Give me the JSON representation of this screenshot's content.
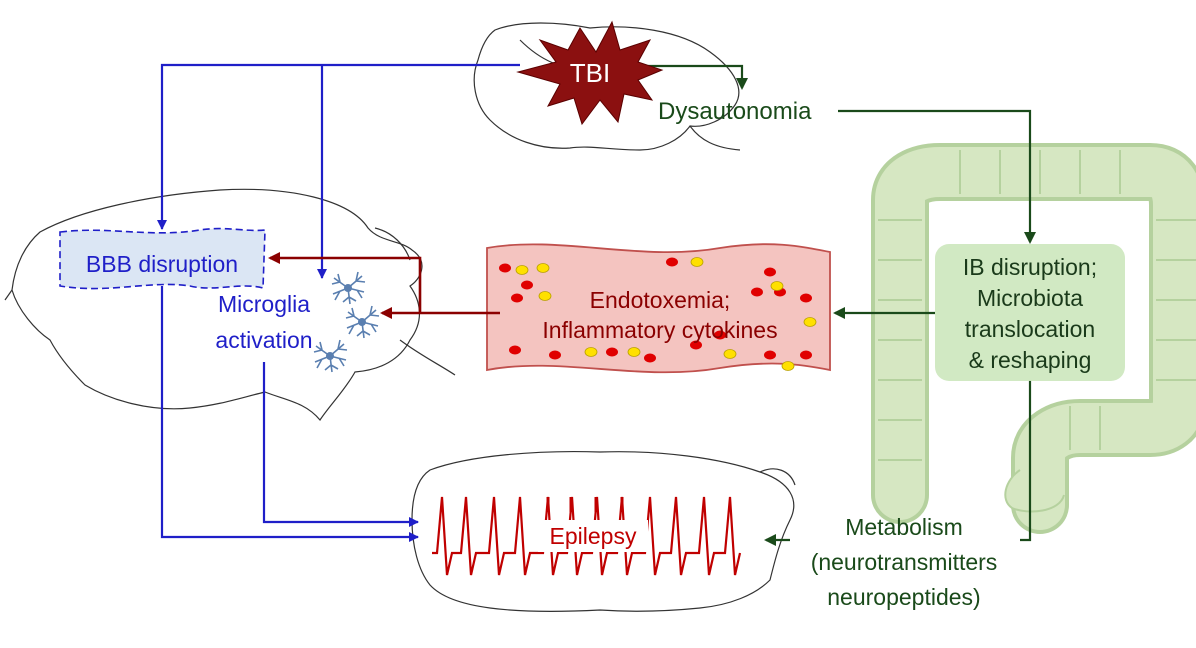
{
  "labels": {
    "tbi": "TBI",
    "dysautonomia": "Dysautonomia",
    "bbb": "BBB disruption",
    "microglia_1": "Microglia",
    "microglia_2": "activation",
    "endo_1": "Endotoxemia;",
    "endo_2": "Inflammatory cytokines",
    "ib_1": "IB disruption;",
    "ib_2": "Microbiota",
    "ib_3": "translocation",
    "ib_4": "& reshaping",
    "epilepsy": "Epilepsy",
    "metab_1": "Metabolism",
    "metab_2": "(neurotransmitters",
    "metab_3": "neuropeptides)"
  },
  "colors": {
    "blue": "#1f1fc8",
    "dark_red": "#8b0000",
    "dark_green": "#1a4a1a",
    "tbi_fill": "#8b1010",
    "vessel_fill": "#f4c4c0",
    "vessel_stroke": "#c0504d",
    "bbb_fill": "#dbe6f4",
    "ib_fill": "#cfe8c0",
    "colon_fill": "#cfe3b8",
    "colon_stroke": "#a9c98e",
    "red_dot": "#e00000",
    "yellow_dot": "#ffe000",
    "epilepsy_trace": "#c00000"
  },
  "icons": [
    "tbi-starburst-icon",
    "microglia-cell-icon",
    "brain-outline-icon",
    "colon-icon",
    "blood-vessel-icon",
    "eeg-trace-icon"
  ]
}
